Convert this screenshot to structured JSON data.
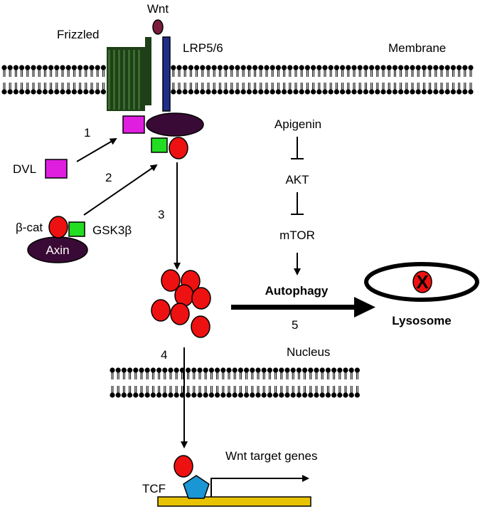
{
  "labels": {
    "wnt": "Wnt",
    "frizzled": "Frizzled",
    "lrp": "LRP5/6",
    "membrane": "Membrane",
    "dvl": "DVL",
    "beta_cat": "β-cat",
    "gsk3b": "GSK3β",
    "axin": "Axin",
    "apigenin": "Apigenin",
    "akt": "AKT",
    "mtor": "mTOR",
    "autophagy": "Autophagy",
    "lysosome": "Lysosome",
    "nucleus": "Nucleus",
    "tcf": "TCF",
    "target_genes": "Wnt target genes"
  },
  "steps": {
    "s1": "1",
    "s2": "2",
    "s3": "3",
    "s4": "4",
    "s5": "5"
  },
  "colors": {
    "frizzled": "#1e3f17",
    "lrp": "#1f2f8c",
    "wnt": "#7a1d3a",
    "dvl": "#e01ee0",
    "gsk3b": "#22dd22",
    "beta_cat": "#ee1111",
    "axin": "#3a0a36",
    "tcf": "#1a96d4",
    "dna": "#e8c400",
    "lipid": "#000000"
  }
}
